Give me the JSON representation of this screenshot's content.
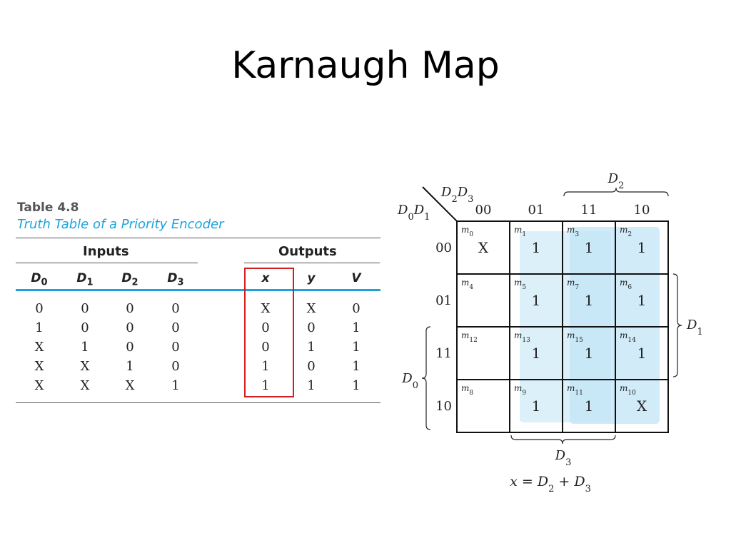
{
  "slide": {
    "title": "Karnaugh Map"
  },
  "table": {
    "label": "Table 4.8",
    "caption": "Truth Table of a Priority Encoder",
    "inputs_header": "Inputs",
    "outputs_header": "Outputs",
    "input_cols": [
      {
        "base": "D",
        "sub": "0"
      },
      {
        "base": "D",
        "sub": "1"
      },
      {
        "base": "D",
        "sub": "2"
      },
      {
        "base": "D",
        "sub": "3"
      }
    ],
    "output_cols": [
      "x",
      "y",
      "V"
    ],
    "rows": [
      [
        "0",
        "0",
        "0",
        "0",
        "X",
        "X",
        "0"
      ],
      [
        "1",
        "0",
        "0",
        "0",
        "0",
        "0",
        "1"
      ],
      [
        "X",
        "1",
        "0",
        "0",
        "0",
        "1",
        "1"
      ],
      [
        "X",
        "X",
        "1",
        "0",
        "1",
        "0",
        "1"
      ],
      [
        "X",
        "X",
        "X",
        "1",
        "1",
        "1",
        "1"
      ]
    ],
    "highlight_color": "#d21f1f",
    "caption_color": "#1aa3dd"
  },
  "kmap": {
    "corner_top": "D2D3",
    "corner_left": "D0D1",
    "col_codes": [
      "00",
      "01",
      "11",
      "10"
    ],
    "row_codes": [
      "00",
      "01",
      "11",
      "10"
    ],
    "minterms": [
      [
        "m0",
        "m1",
        "m3",
        "m2"
      ],
      [
        "m4",
        "m5",
        "m7",
        "m6"
      ],
      [
        "m12",
        "m13",
        "m15",
        "m14"
      ],
      [
        "m8",
        "m9",
        "m11",
        "m10"
      ]
    ],
    "values": [
      [
        "X",
        "1",
        "1",
        "1"
      ],
      [
        "",
        "1",
        "1",
        "1"
      ],
      [
        "",
        "1",
        "1",
        "1"
      ],
      [
        "",
        "1",
        "1",
        "X"
      ]
    ],
    "brace_top": "D2",
    "brace_right": "D1",
    "brace_left": "D0",
    "brace_bottom": "D3",
    "equation": "x = D2 + D3",
    "group_color": "#bfe3f5"
  }
}
